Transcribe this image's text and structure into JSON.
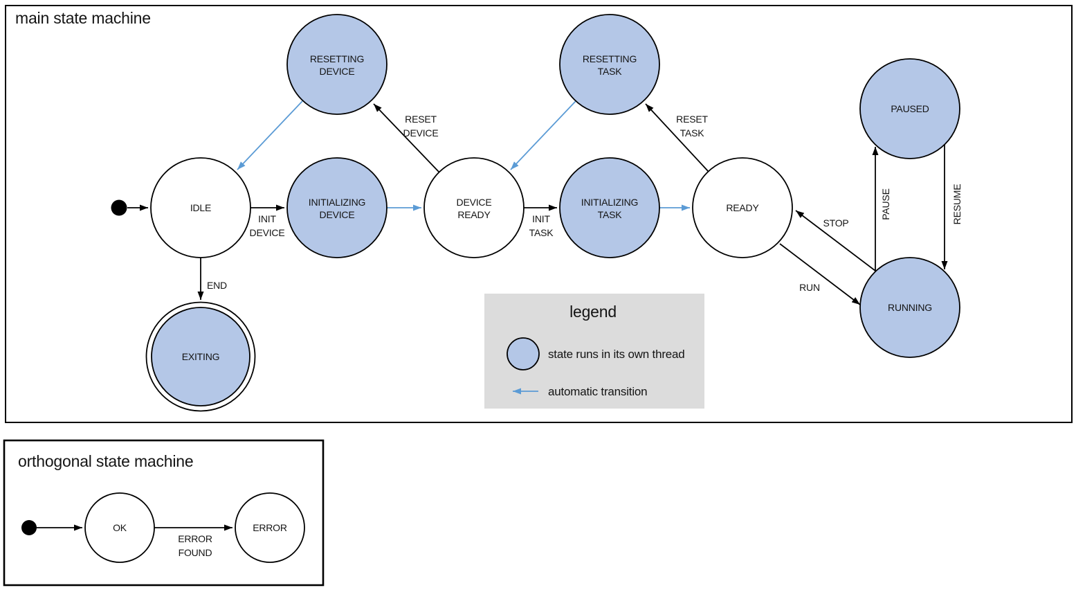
{
  "main_machine": {
    "title": "main state machine",
    "start_marker": "black-dot",
    "states": {
      "idle": {
        "label_lines": [
          "IDLE"
        ],
        "threaded": false,
        "initial": true
      },
      "resetting_device": {
        "label_lines": [
          "RESETTING",
          "DEVICE"
        ],
        "threaded": true
      },
      "initializing_device": {
        "label_lines": [
          "INITIALIZING",
          "DEVICE"
        ],
        "threaded": true
      },
      "device_ready": {
        "label_lines": [
          "DEVICE",
          "READY"
        ],
        "threaded": false
      },
      "resetting_task": {
        "label_lines": [
          "RESETTING",
          "TASK"
        ],
        "threaded": true
      },
      "initializing_task": {
        "label_lines": [
          "INITIALIZING",
          "TASK"
        ],
        "threaded": true
      },
      "ready": {
        "label_lines": [
          "READY"
        ],
        "threaded": false
      },
      "paused": {
        "label_lines": [
          "PAUSED"
        ],
        "threaded": true
      },
      "running": {
        "label_lines": [
          "RUNNING"
        ],
        "threaded": true
      },
      "exiting": {
        "label_lines": [
          "EXITING"
        ],
        "threaded": true,
        "final": true
      }
    },
    "transitions": {
      "start": {
        "from": "start",
        "to": "idle",
        "label_lines": [
          ""
        ],
        "automatic": false
      },
      "init_device": {
        "from": "idle",
        "to": "initializing_device",
        "label_lines": [
          "INIT",
          "DEVICE"
        ],
        "automatic": false
      },
      "auto_device_ready": {
        "from": "initializing_device",
        "to": "device_ready",
        "label_lines": [
          ""
        ],
        "automatic": true
      },
      "reset_device": {
        "from": "device_ready",
        "to": "resetting_device",
        "label_lines": [
          "RESET",
          "DEVICE"
        ],
        "automatic": false
      },
      "auto_idle": {
        "from": "resetting_device",
        "to": "idle",
        "label_lines": [
          ""
        ],
        "automatic": true
      },
      "init_task": {
        "from": "device_ready",
        "to": "initializing_task",
        "label_lines": [
          "INIT",
          "TASK"
        ],
        "automatic": false
      },
      "auto_ready": {
        "from": "initializing_task",
        "to": "ready",
        "label_lines": [
          ""
        ],
        "automatic": true
      },
      "reset_task": {
        "from": "ready",
        "to": "resetting_task",
        "label_lines": [
          "RESET",
          "TASK"
        ],
        "automatic": false
      },
      "auto_device_ready2": {
        "from": "resetting_task",
        "to": "device_ready",
        "label_lines": [
          ""
        ],
        "automatic": true
      },
      "end": {
        "from": "idle",
        "to": "exiting",
        "label_lines": [
          "END"
        ],
        "automatic": false
      },
      "run": {
        "from": "ready",
        "to": "running",
        "label_lines": [
          "RUN"
        ],
        "automatic": false
      },
      "stop": {
        "from": "running",
        "to": "ready",
        "label_lines": [
          "STOP"
        ],
        "automatic": false
      },
      "pause": {
        "from": "running",
        "to": "paused",
        "label_lines": [
          "PAUSE"
        ],
        "automatic": false
      },
      "resume": {
        "from": "paused",
        "to": "running",
        "label_lines": [
          "RESUME"
        ],
        "automatic": false
      }
    }
  },
  "legend": {
    "title": "legend",
    "items": [
      {
        "symbol": "threaded-state-circle",
        "label": "state runs in its own thread"
      },
      {
        "symbol": "automatic-transition-arrow",
        "label": "automatic transition"
      }
    ]
  },
  "orthogonal_machine": {
    "title": "orthogonal state machine",
    "start_marker": "black-dot",
    "states": {
      "ok": {
        "label_lines": [
          "OK"
        ],
        "threaded": false,
        "initial": true
      },
      "error": {
        "label_lines": [
          "ERROR"
        ],
        "threaded": false
      }
    },
    "transitions": {
      "error_found": {
        "from": "ok",
        "to": "error",
        "label_lines": [
          "ERROR",
          "FOUND"
        ],
        "automatic": false
      }
    }
  },
  "colors": {
    "threaded_state_fill": "#b4c7e7",
    "automatic_transition_blue": "#5b9bd5",
    "legend_background": "#dcdcdc",
    "outline": "#000000",
    "background": "#ffffff"
  }
}
